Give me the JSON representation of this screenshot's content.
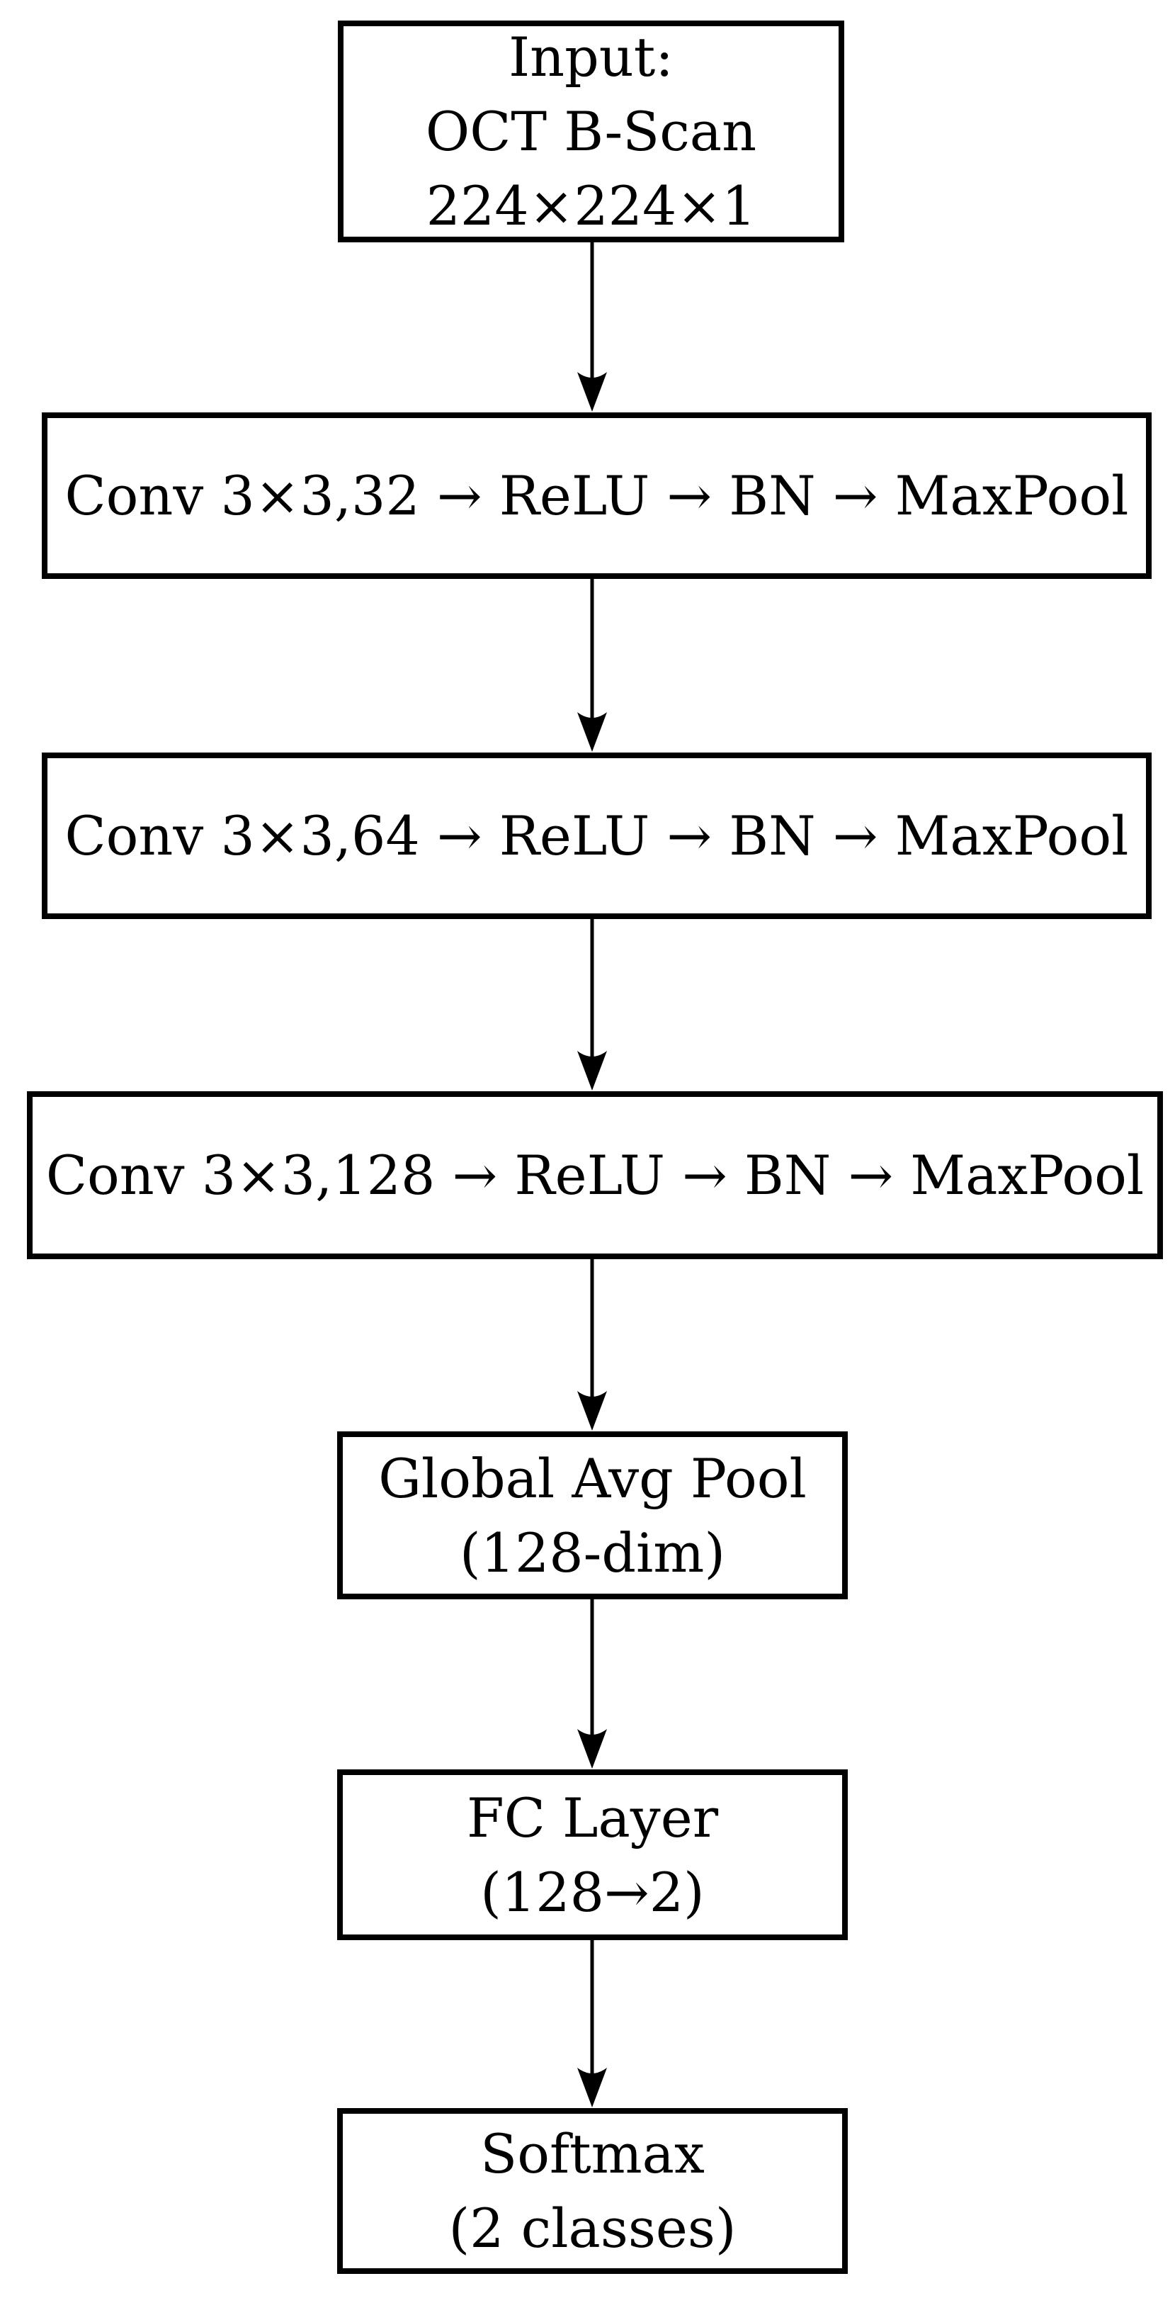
{
  "diagram": {
    "description": "CNN architecture flowchart for OCT B-Scan binary classification",
    "colors": {
      "background": "#ffffff",
      "stroke": "#000000",
      "text": "#000000"
    },
    "nodes": [
      {
        "id": "input",
        "lines": [
          "Input:",
          "OCT B-Scan",
          "224×224×1"
        ]
      },
      {
        "id": "conv1",
        "lines": [
          "Conv 3×3,32 → ReLU → BN → MaxPool"
        ]
      },
      {
        "id": "conv2",
        "lines": [
          "Conv 3×3,64 → ReLU → BN → MaxPool"
        ]
      },
      {
        "id": "conv3",
        "lines": [
          "Conv 3×3,128 → ReLU → BN → MaxPool"
        ]
      },
      {
        "id": "gap",
        "lines": [
          "Global Avg Pool",
          "(128-dim)"
        ]
      },
      {
        "id": "fc",
        "lines": [
          "FC Layer",
          "(128→2)"
        ]
      },
      {
        "id": "softmax",
        "lines": [
          "Softmax",
          "(2 classes)"
        ]
      }
    ],
    "edges": [
      {
        "from": "input",
        "to": "conv1"
      },
      {
        "from": "conv1",
        "to": "conv2"
      },
      {
        "from": "conv2",
        "to": "conv3"
      },
      {
        "from": "conv3",
        "to": "gap"
      },
      {
        "from": "gap",
        "to": "fc"
      },
      {
        "from": "fc",
        "to": "softmax"
      }
    ]
  }
}
